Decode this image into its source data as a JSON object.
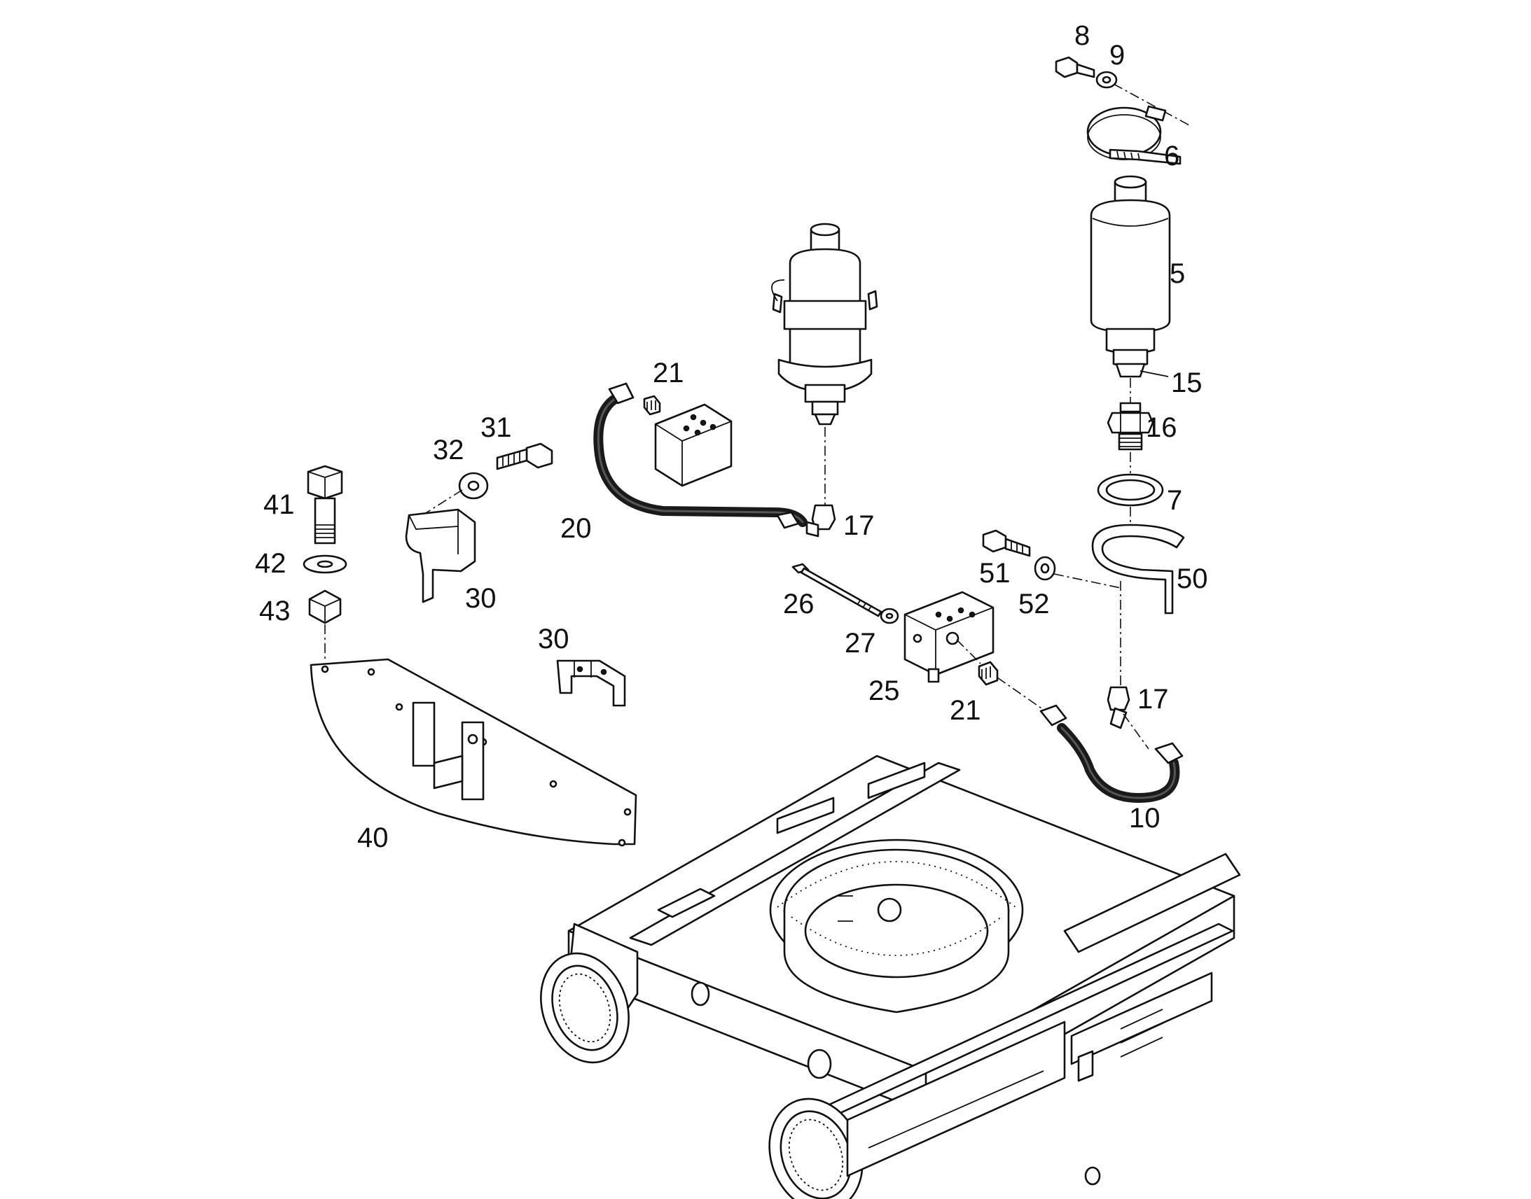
{
  "callouts": [
    {
      "id": "c8",
      "label": "8"
    },
    {
      "id": "c9",
      "label": "9"
    },
    {
      "id": "c6",
      "label": "6"
    },
    {
      "id": "c5",
      "label": "5"
    },
    {
      "id": "c15",
      "label": "15"
    },
    {
      "id": "c16",
      "label": "16"
    },
    {
      "id": "c7",
      "label": "7"
    },
    {
      "id": "c50",
      "label": "50"
    },
    {
      "id": "c51",
      "label": "51"
    },
    {
      "id": "c52",
      "label": "52"
    },
    {
      "id": "c17a",
      "label": "17"
    },
    {
      "id": "c17b",
      "label": "17"
    },
    {
      "id": "c10",
      "label": "10"
    },
    {
      "id": "c21a",
      "label": "21"
    },
    {
      "id": "c21b",
      "label": "21"
    },
    {
      "id": "c20",
      "label": "20"
    },
    {
      "id": "c26",
      "label": "26"
    },
    {
      "id": "c27",
      "label": "27"
    },
    {
      "id": "c25",
      "label": "25"
    },
    {
      "id": "c31",
      "label": "31"
    },
    {
      "id": "c32",
      "label": "32"
    },
    {
      "id": "c30a",
      "label": "30"
    },
    {
      "id": "c30b",
      "label": "30"
    },
    {
      "id": "c41",
      "label": "41"
    },
    {
      "id": "c42",
      "label": "42"
    },
    {
      "id": "c43",
      "label": "43"
    },
    {
      "id": "c40",
      "label": "40"
    }
  ]
}
